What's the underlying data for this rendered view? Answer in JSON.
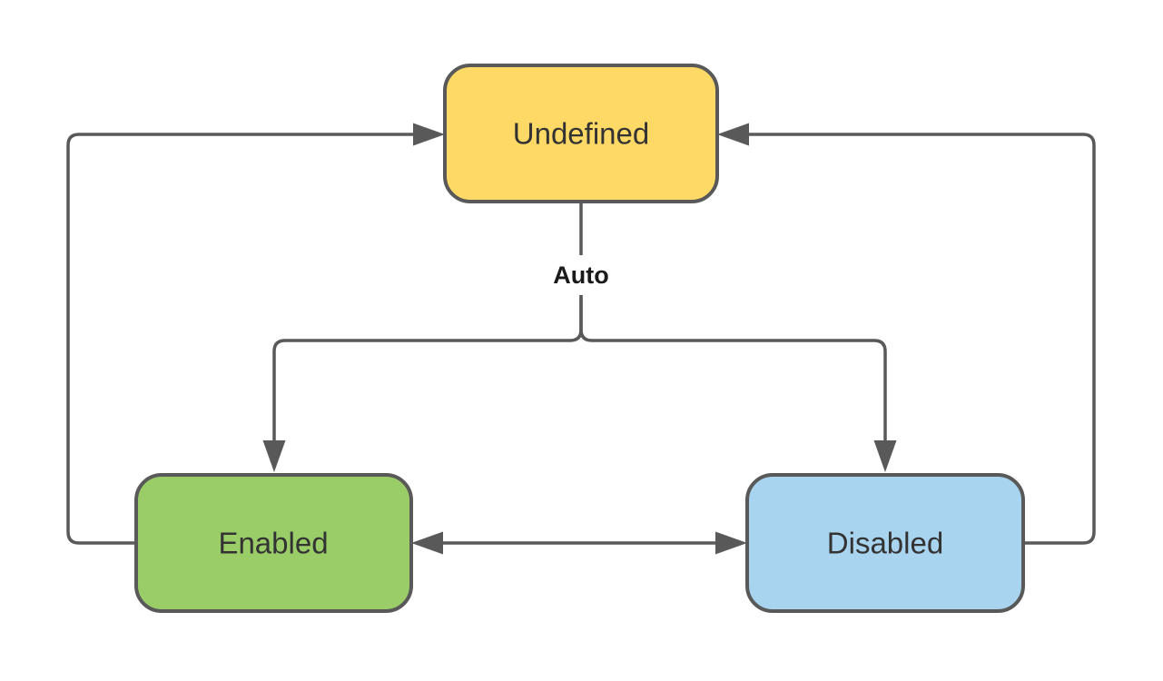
{
  "diagram": {
    "type": "state-diagram",
    "nodes": [
      {
        "id": "undefined",
        "label": "Undefined",
        "fill": "#FFD966"
      },
      {
        "id": "enabled",
        "label": "Enabled",
        "fill": "#9ACD68"
      },
      {
        "id": "disabled",
        "label": "Disabled",
        "fill": "#A8D4F0"
      }
    ],
    "edges": [
      {
        "from": "undefined",
        "to": "enabled",
        "label": "Auto"
      },
      {
        "from": "undefined",
        "to": "disabled",
        "label": "Auto"
      },
      {
        "from": "enabled",
        "to": "undefined",
        "label": ""
      },
      {
        "from": "disabled",
        "to": "undefined",
        "label": ""
      },
      {
        "from": "enabled",
        "to": "disabled",
        "label": "",
        "bidirectional": true
      }
    ]
  },
  "colors": {
    "connector_color": "#595959",
    "node_stroke": "#595959",
    "label_color": "#333333",
    "edge_label_color": "#1a1a1a"
  }
}
